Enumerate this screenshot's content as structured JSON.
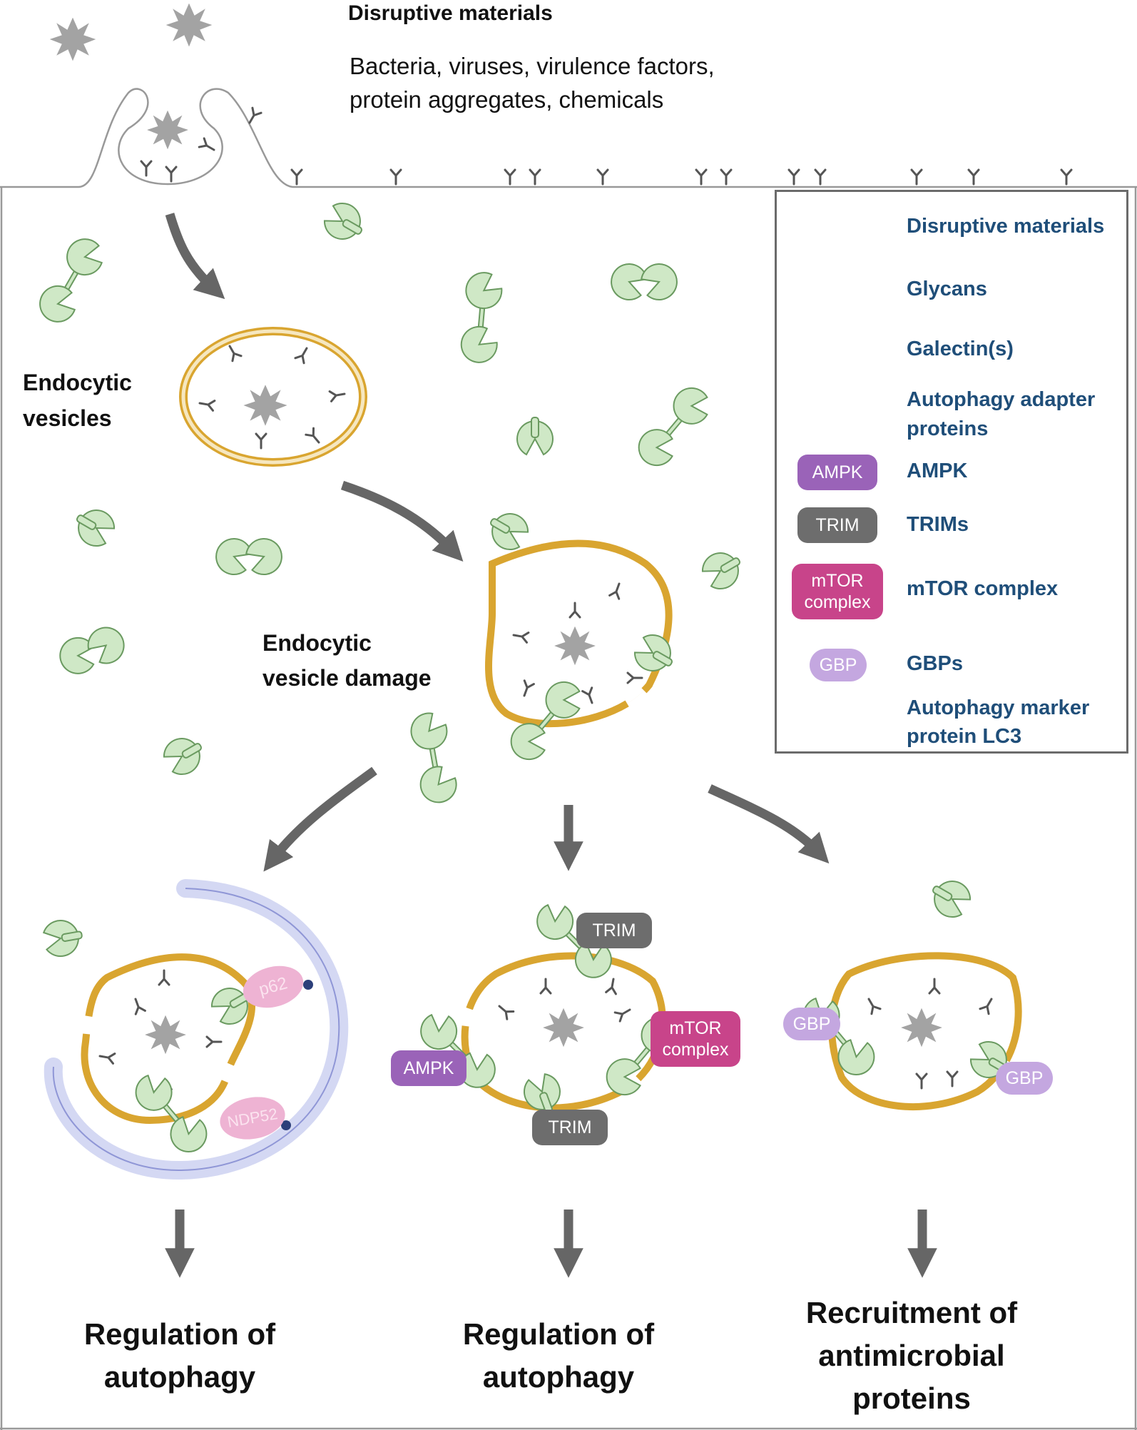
{
  "header": {
    "title": "Disruptive materials",
    "subtitle_line1": "Bacteria, viruses, virulence factors,",
    "subtitle_line2": "protein aggregates, chemicals"
  },
  "labels": {
    "endocytic_vesicles_1": "Endocytic",
    "endocytic_vesicles_2": "vesicles",
    "damage_1": "Endocytic",
    "damage_2": "vesicle damage"
  },
  "legend": {
    "disruptive": "Disruptive materials",
    "glycans": "Glycans",
    "galectins": "Galectin(s)",
    "adapter_1": "Autophagy adapter",
    "adapter_2": "proteins",
    "ampk_pill": "AMPK",
    "ampk": "AMPK",
    "trim_pill": "TRIM",
    "trims": "TRIMs",
    "mtor_pill_1": "mTOR",
    "mtor_pill_2": "complex",
    "mtor": "mTOR complex",
    "gbp_pill": "GBP",
    "gbps": "GBPs",
    "lc3_1": "Autophagy marker",
    "lc3_2": "protein LC3"
  },
  "panels": {
    "left": {
      "p62": "p62",
      "ndp52": "NDP52",
      "outcome_1": "Regulation of",
      "outcome_2": "autophagy"
    },
    "middle": {
      "trim_top": "TRIM",
      "trim_bottom": "TRIM",
      "ampk": "AMPK",
      "mtor_1": "mTOR",
      "mtor_2": "complex",
      "outcome_1": "Regulation of",
      "outcome_2": "autophagy"
    },
    "right": {
      "gbp_left": "GBP",
      "gbp_right": "GBP",
      "outcome_1": "Recruitment of",
      "outcome_2": "antimicrobial",
      "outcome_3": "proteins"
    }
  },
  "colors": {
    "galectin_fill": "#cfe8c6",
    "galectin_stroke": "#6a9a60",
    "vesicle": "#d9a530",
    "damage_halo": "#f6e3bb",
    "phagophore": "#d4d8f3",
    "arrow": "#666666",
    "cargo": "#a3a3a3",
    "legend_text": "#1f4e79"
  }
}
